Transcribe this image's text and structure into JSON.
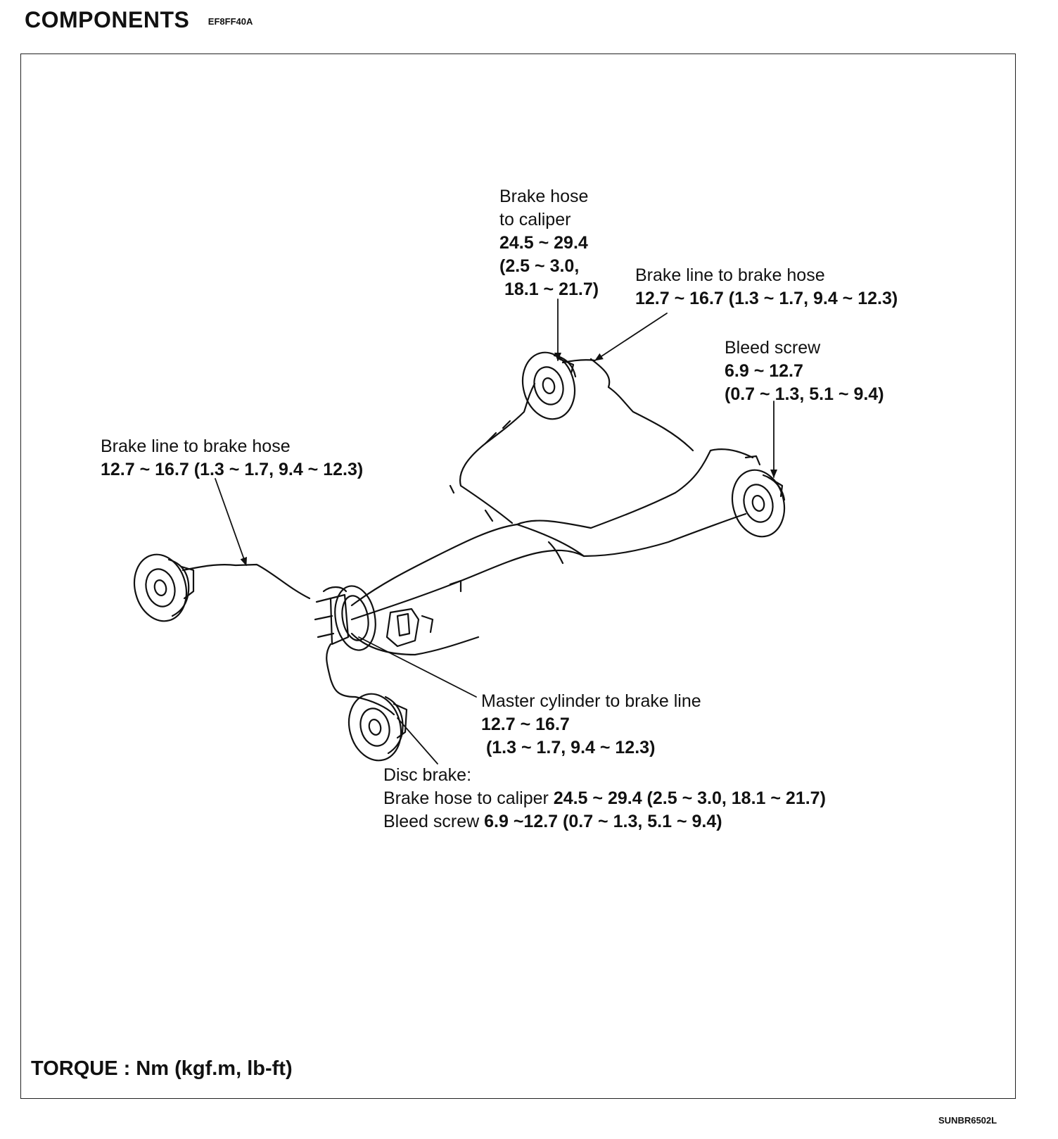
{
  "header": {
    "title": "COMPONENTS",
    "code": "EF8FF40A"
  },
  "labels": {
    "rear_hose_caliper": {
      "line1": "Brake hose",
      "line2": "to caliper",
      "line3": "24.5 ~ 29.4",
      "line4": "(2.5 ~ 3.0,",
      "line5": " 18.1 ~ 21.7)"
    },
    "rear_line_hose": {
      "line1": "Brake line to brake hose",
      "line2": "12.7 ~ 16.7 (1.3 ~ 1.7, 9.4 ~ 12.3)"
    },
    "bleed_screw": {
      "line1": "Bleed screw",
      "line2": "6.9 ~ 12.7",
      "line3": "(0.7 ~ 1.3, 5.1 ~ 9.4)"
    },
    "front_line_hose": {
      "line1": "Brake line to brake hose",
      "line2": "12.7 ~ 16.7 (1.3 ~ 1.7, 9.4 ~ 12.3)"
    },
    "master_cylinder": {
      "line1": "Master cylinder to brake line",
      "line2": "12.7 ~ 16.7",
      "line3": " (1.3 ~ 1.7, 9.4 ~ 12.3)"
    },
    "disc_brake": {
      "line1": "Disc brake:",
      "line2_text": "Brake hose to caliper ",
      "line2_value": "24.5 ~ 29.4 (2.5 ~ 3.0, 18.1 ~ 21.7)",
      "line3_text": "Bleed screw ",
      "line3_value": "6.9 ~12.7 (0.7 ~ 1.3, 5.1 ~ 9.4)"
    }
  },
  "footer": {
    "torque_units": "TORQUE : Nm (kgf.m, lb-ft)",
    "figure_code": "SUNBR6502L"
  }
}
